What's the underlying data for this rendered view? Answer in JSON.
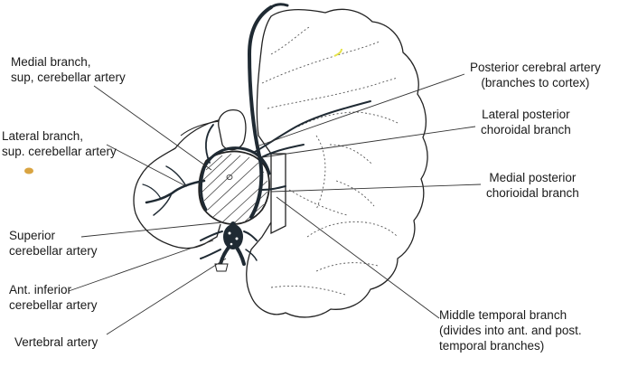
{
  "labels": {
    "medial_branch_sup_cerebellar": [
      "Medial branch,",
      "sup, cerebellar artery"
    ],
    "lateral_branch_sup_cerebellar": [
      "Lateral branch,",
      "sup. cerebellar artery"
    ],
    "superior_cerebellar_artery": [
      "Superior",
      "cerebellar artery"
    ],
    "ant_inferior_cerebellar_artery": [
      "Ant. inferior",
      "cerebellar artery"
    ],
    "vertebral_artery": [
      "Vertebral artery"
    ],
    "posterior_cerebral_artery": [
      "Posterior cerebral artery",
      "(branches to cortex)"
    ],
    "lateral_posterior_choroidal_branch": [
      "Lateral posterior",
      "choroidal branch"
    ],
    "medial_posterior_chorioidal_branch": [
      "Medial posterior",
      "chorioidal branch"
    ],
    "middle_temporal_branch": [
      "Middle temporal branch",
      "(divides into ant. and post.",
      "temporal branches)"
    ]
  },
  "colors": {
    "artery": "#1f2a33",
    "outline": "#222222",
    "leader": "#333333",
    "dot_orange": "#d9a441",
    "dot_yellow": "#e6e34a"
  }
}
